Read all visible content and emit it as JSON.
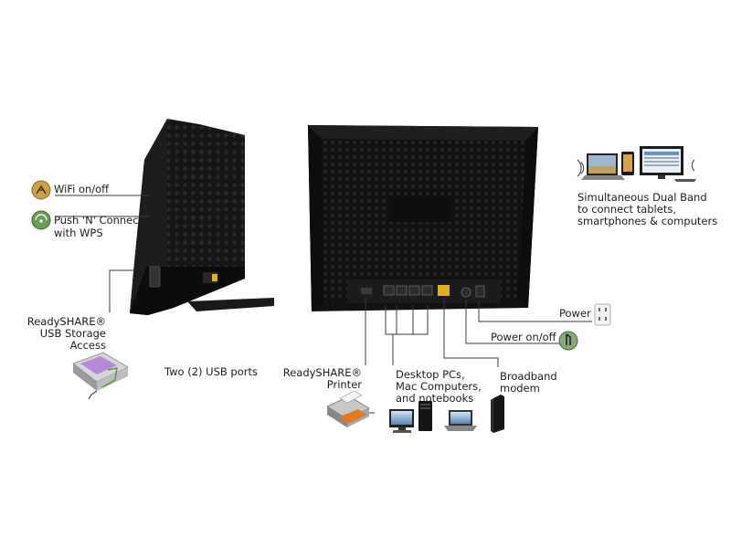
{
  "callouts": {
    "wifi_label": "WiFi on/off",
    "wps_label_1": "Push 'N' Connect",
    "wps_label_2": "with WPS",
    "usb_storage_1": "ReadySHARE®",
    "usb_storage_2": "USB Storage",
    "usb_storage_3": "Access",
    "usb_ports": "Two (2) USB ports",
    "printer_1": "ReadySHARE®",
    "printer_2": "Printer",
    "desktop_1": "Desktop PCs,",
    "desktop_2": "Mac Computers,",
    "desktop_3": "and notebooks",
    "modem_1": "Broadband",
    "modem_2": "modem",
    "power": "Power",
    "power_switch": "Power on/off",
    "dual_band_1": "Simultaneous Dual Band",
    "dual_band_2": "to connect tablets,",
    "dual_band_3": "smartphones & computers"
  },
  "colors": {
    "router_body": "#141414",
    "router_edge": "#2b2b2b",
    "line": "#3a3a3a",
    "wifi_button": "#c8a24a",
    "wps_button": "#5a8a4a",
    "ethernet_yellow": "#e0b020"
  },
  "icons": [
    "wifi-button-icon",
    "wps-button-icon",
    "usb-drive-icon",
    "printer-icon",
    "desktop-icon",
    "tower-icon",
    "laptop-icon",
    "modem-icon",
    "power-outlet-icon",
    "power-switch-icon",
    "devices-icon"
  ]
}
